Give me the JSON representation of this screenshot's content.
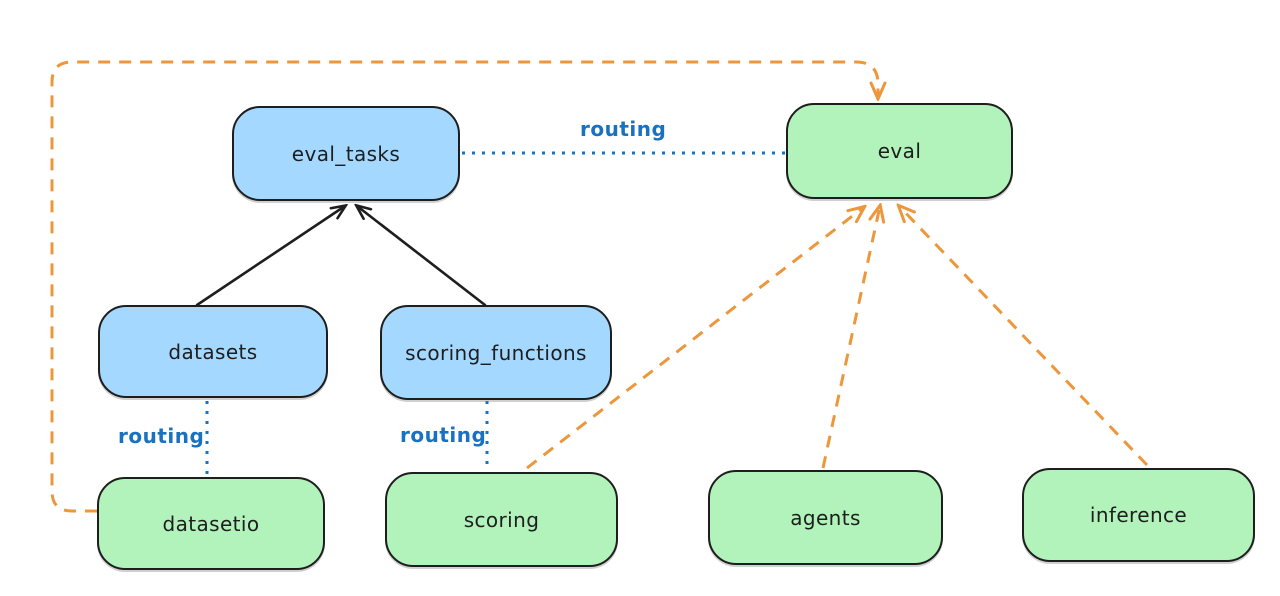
{
  "diagram": {
    "nodes": {
      "eval_tasks": {
        "label": "eval_tasks",
        "fill": "#a5d8ff"
      },
      "eval": {
        "label": "eval",
        "fill": "#b2f2bb"
      },
      "datasets": {
        "label": "datasets",
        "fill": "#a5d8ff"
      },
      "scoring_functions": {
        "label": "scoring_functions",
        "fill": "#a5d8ff"
      },
      "datasetio": {
        "label": "datasetio",
        "fill": "#b2f2bb"
      },
      "scoring": {
        "label": "scoring",
        "fill": "#b2f2bb"
      },
      "agents": {
        "label": "agents",
        "fill": "#b2f2bb"
      },
      "inference": {
        "label": "inference",
        "fill": "#b2f2bb"
      }
    },
    "edge_labels": {
      "eval_tasks_eval": "routing",
      "datasets_datasetio": "routing",
      "scoring_functions_scoring": "routing"
    },
    "edges": [
      {
        "from": "datasets",
        "to": "eval_tasks",
        "style": "solid",
        "color": "#1e1e1e",
        "arrow": true,
        "label": ""
      },
      {
        "from": "scoring_functions",
        "to": "eval_tasks",
        "style": "solid",
        "color": "#1e1e1e",
        "arrow": true,
        "label": ""
      },
      {
        "from": "eval_tasks",
        "to": "eval",
        "style": "dotted",
        "color": "#1971c2",
        "arrow": false,
        "label": "routing"
      },
      {
        "from": "datasets",
        "to": "datasetio",
        "style": "dotted",
        "color": "#1971c2",
        "arrow": false,
        "label": "routing"
      },
      {
        "from": "scoring_functions",
        "to": "scoring",
        "style": "dotted",
        "color": "#1971c2",
        "arrow": false,
        "label": "routing"
      },
      {
        "from": "datasetio",
        "to": "eval",
        "style": "dashed",
        "color": "#ec973c",
        "arrow": true,
        "label": ""
      },
      {
        "from": "scoring",
        "to": "eval",
        "style": "dashed",
        "color": "#ec973c",
        "arrow": true,
        "label": ""
      },
      {
        "from": "agents",
        "to": "eval",
        "style": "dashed",
        "color": "#ec973c",
        "arrow": true,
        "label": ""
      },
      {
        "from": "inference",
        "to": "eval",
        "style": "dashed",
        "color": "#ec973c",
        "arrow": true,
        "label": ""
      }
    ],
    "colors": {
      "background": "#ffffff",
      "node_stroke": "#1e1e1e",
      "blue_fill": "#a5d8ff",
      "green_fill": "#b2f2bb",
      "routing_blue": "#1971c2",
      "orange": "#ec973c",
      "text": "#1e1e1e"
    }
  }
}
